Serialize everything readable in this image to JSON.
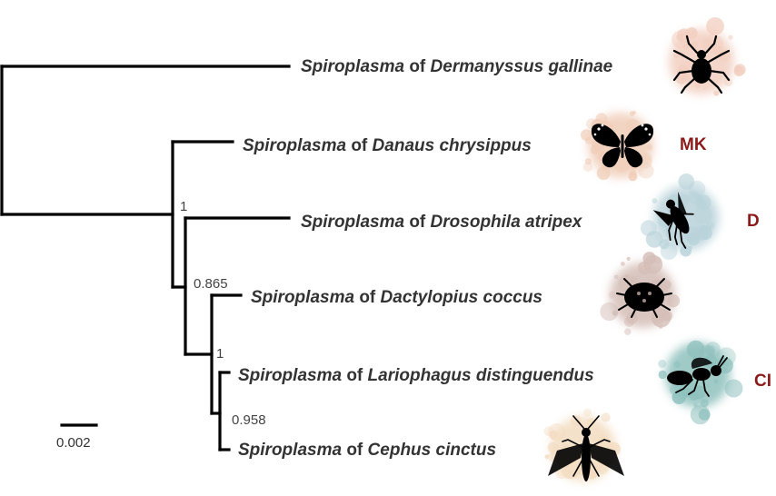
{
  "taxa": [
    {
      "genus": "Spiroplasma",
      "connector": "of",
      "host": "Dermanyssus gallinae",
      "phenotype": "",
      "icon": "mite-icon",
      "splash": "#f2cfc0"
    },
    {
      "genus": "Spiroplasma",
      "connector": "of",
      "host": "Danaus chrysippus",
      "phenotype": "MK",
      "icon": "butterfly-icon",
      "splash": "#f0cdb8"
    },
    {
      "genus": "Spiroplasma",
      "connector": "of",
      "host": "Drosophila atripex",
      "phenotype": "D",
      "icon": "fly-icon",
      "splash": "#b9d3da"
    },
    {
      "genus": "Spiroplasma",
      "connector": "of",
      "host": "Dactylopius coccus",
      "phenotype": "",
      "icon": "scale-insect-icon",
      "splash": "#d4bdb6"
    },
    {
      "genus": "Spiroplasma",
      "connector": "of",
      "host": "Lariophagus distinguendus",
      "phenotype": "CI",
      "icon": "wasp-icon",
      "splash": "#8fc1bd"
    },
    {
      "genus": "Spiroplasma",
      "connector": "of",
      "host": "Cephus cinctus",
      "phenotype": "",
      "icon": "sawfly-icon",
      "splash": "#f3dcc0"
    }
  ],
  "support_values": [
    "1",
    "0.865",
    "1",
    "0.958"
  ],
  "scale_bar": {
    "label": "0.002"
  },
  "colors": {
    "branch": "#000000",
    "phenotype": "#8b1a1a"
  }
}
